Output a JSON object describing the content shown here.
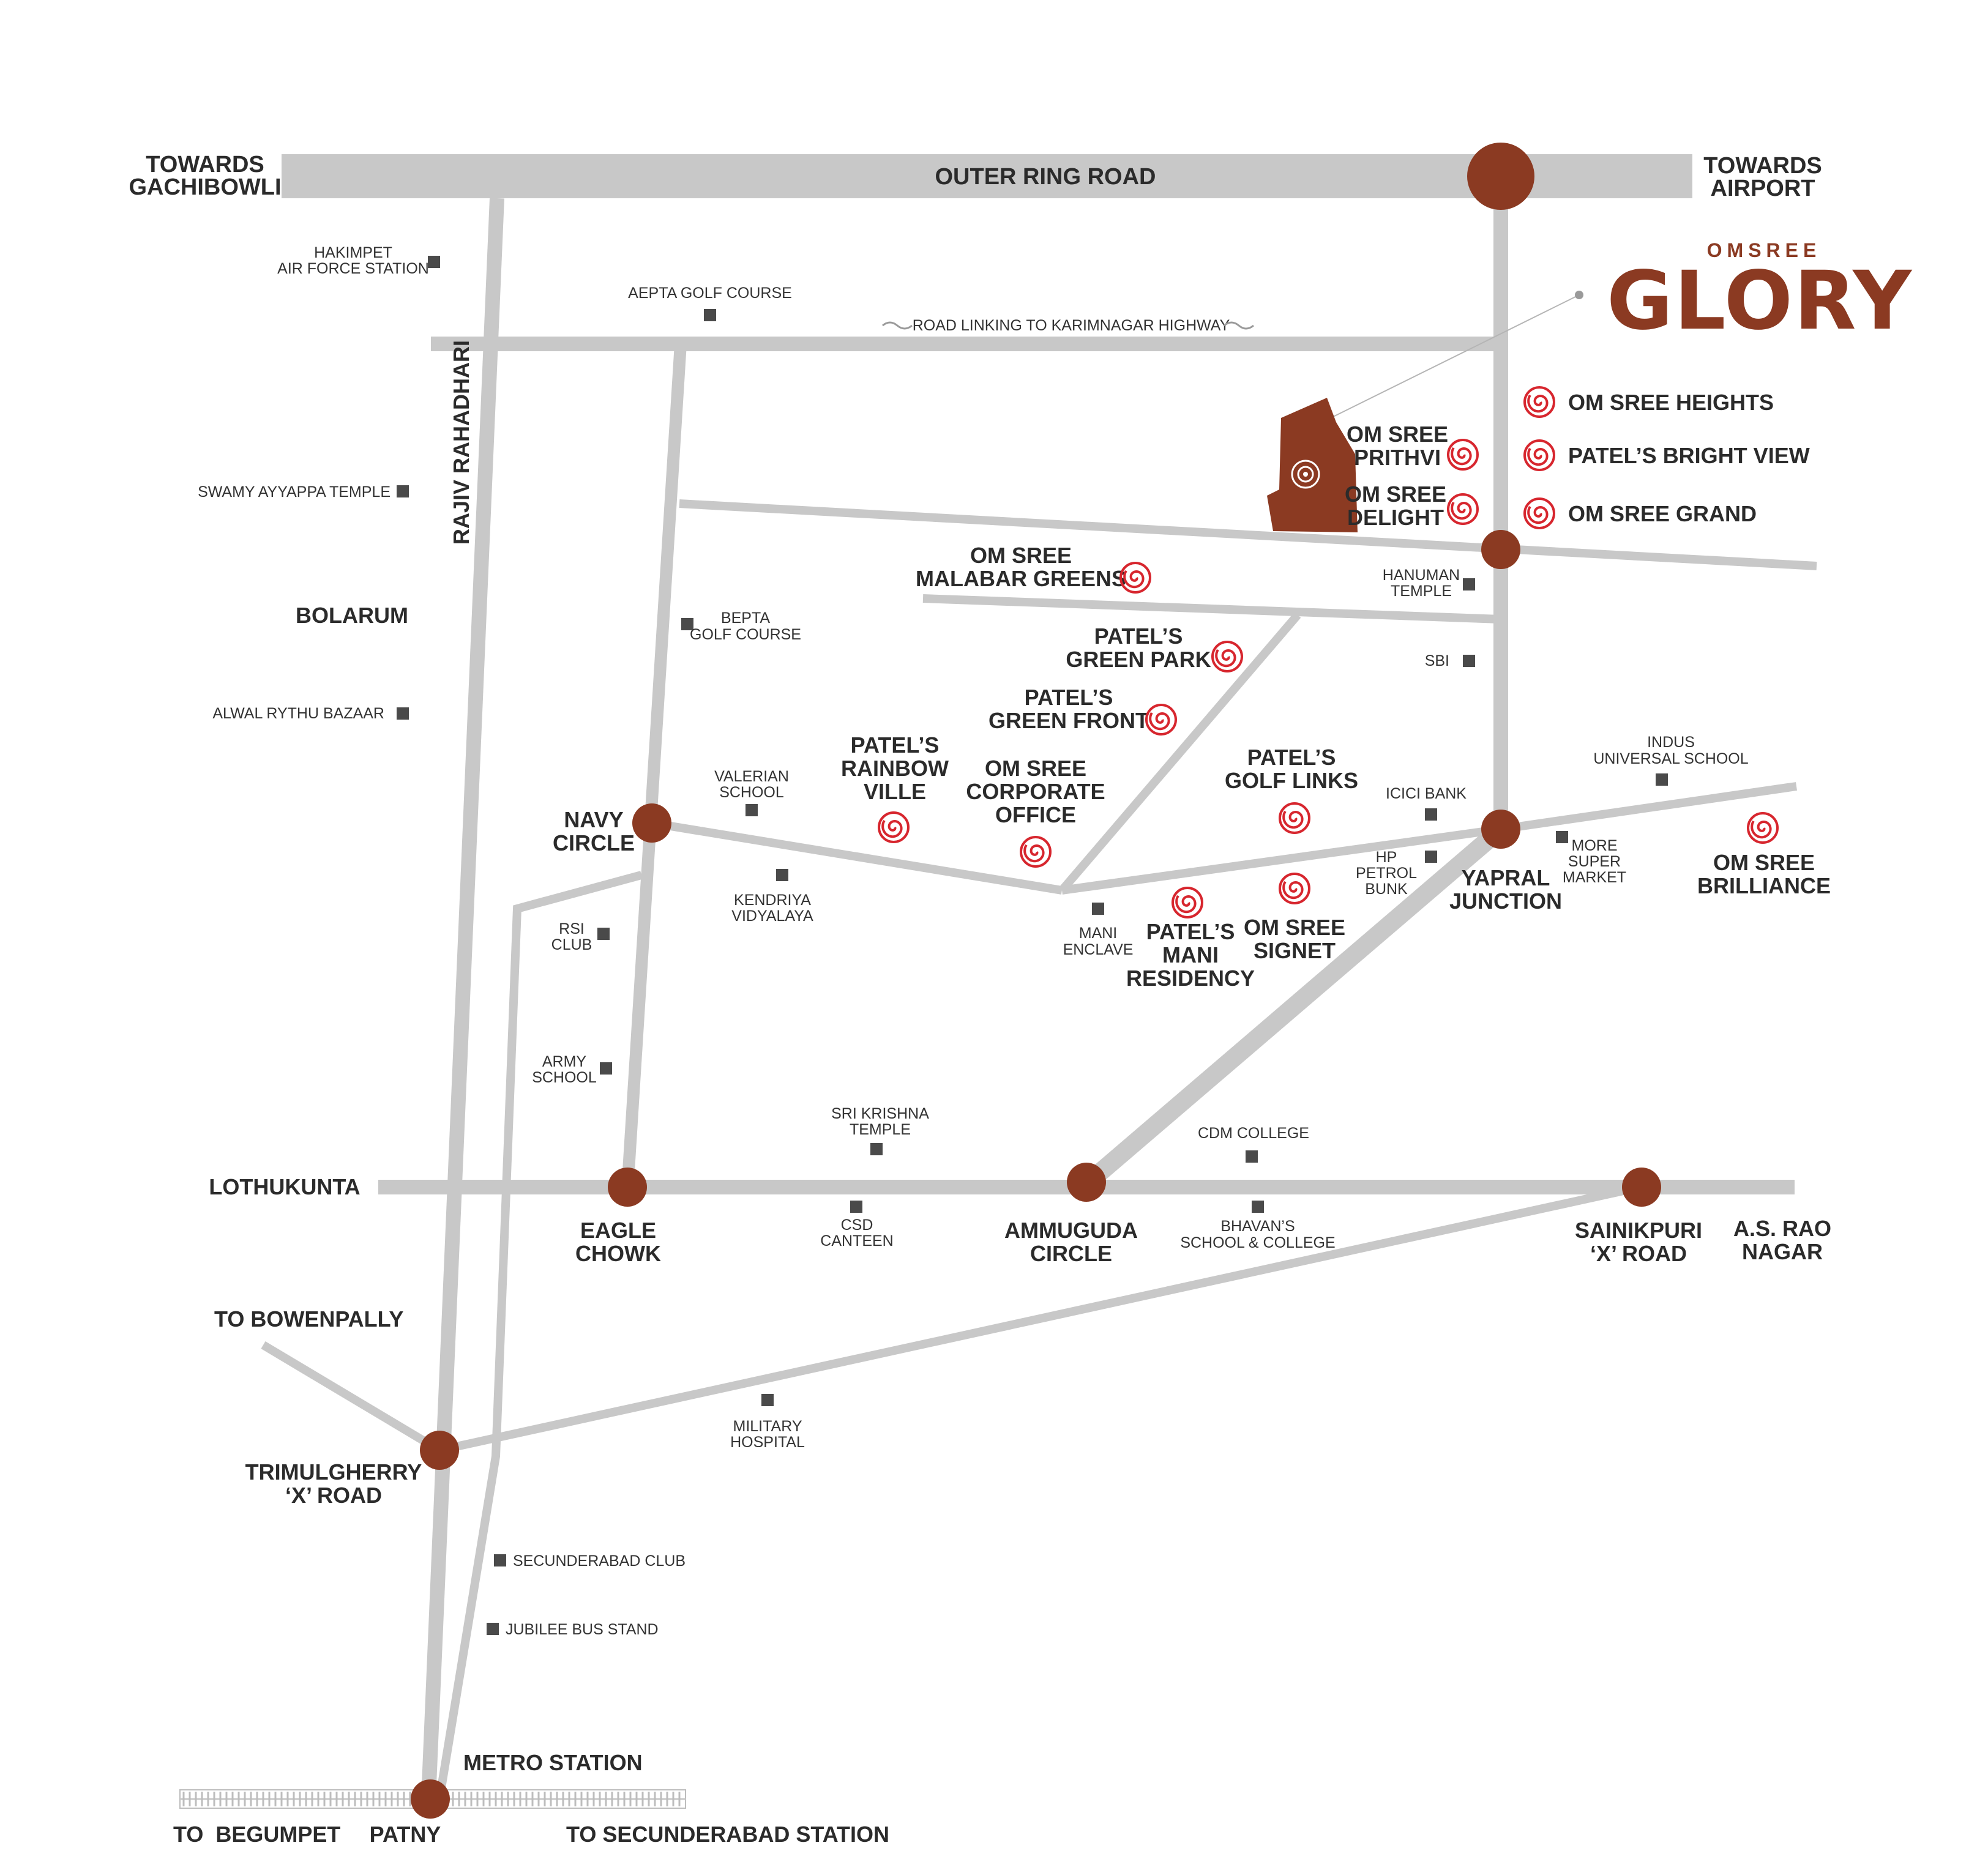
{
  "colors": {
    "road": "#c8c8c8",
    "junction": "#8b3a22",
    "brand": "#8b3a22",
    "project_marker": "#d7262e",
    "text": "#2b2b2b",
    "poi": "#4a4a4a"
  },
  "brand": {
    "small": "OMSREE",
    "big": "GLORY"
  },
  "roads": {
    "outer_ring_road": "OUTER RING ROAD",
    "karimnagar": "ROAD LINKING TO KARIMNAGAR HIGHWAY",
    "rajiv": "RAJIV RAHADHARI"
  },
  "directions": {
    "gachibowli_1": "TOWARDS",
    "gachibowli_2": "GACHIBOWLI",
    "airport_1": "TOWARDS",
    "airport_2": "AIRPORT",
    "bowenpally": "TO BOWENPALLY",
    "begumpet": "TO  BEGUMPET",
    "secunderabad": "TO SECUNDERABAD STATION",
    "metro": "METRO STATION",
    "patny": "PATNY"
  },
  "areas": {
    "bolarum": "BOLARUM",
    "lothukunta": "LOTHUKUNTA",
    "asrao_1": "A.S. RAO",
    "asrao_2": "NAGAR"
  },
  "junctions": {
    "navy_1": "NAVY",
    "navy_2": "CIRCLE",
    "yapral_1": "YAPRAL",
    "yapral_2": "JUNCTION",
    "eagle_1": "EAGLE",
    "eagle_2": "CHOWK",
    "ammuguda_1": "AMMUGUDA",
    "ammuguda_2": "CIRCLE",
    "sainikpuri_1": "SAINIKPURI",
    "sainikpuri_2": "‘X’ ROAD",
    "trimulgherry_1": "TRIMULGHERRY",
    "trimulgherry_2": "‘X’ ROAD"
  },
  "projects": {
    "prithvi_1": "OM SREE",
    "prithvi_2": "PRITHVI",
    "delight_1": "OM SREE",
    "delight_2": "DELIGHT",
    "heights": "OM SREE HEIGHTS",
    "bright_view": "PATEL’S BRIGHT VIEW",
    "grand": "OM SREE GRAND",
    "malabar_1": "OM SREE",
    "malabar_2": "MALABAR GREENS",
    "green_park_1": "PATEL’S",
    "green_park_2": "GREEN PARK",
    "green_front_1": "PATEL’S",
    "green_front_2": "GREEN FRONT",
    "rainbow_1": "PATEL’S",
    "rainbow_2": "RAINBOW",
    "rainbow_3": "VILLE",
    "corporate_1": "OM SREE",
    "corporate_2": "CORPORATE",
    "corporate_3": "OFFICE",
    "golf_links_1": "PATEL’S",
    "golf_links_2": "GOLF LINKS",
    "mani_1": "PATEL’S",
    "mani_2": "MANI",
    "mani_3": "RESIDENCY",
    "signet_1": "OM SREE",
    "signet_2": "SIGNET",
    "brilliance_1": "OM SREE",
    "brilliance_2": "BRILLIANCE"
  },
  "landmarks": {
    "hakimpet_1": "HAKIMPET",
    "hakimpet_2": "AIR FORCE STATION",
    "aepta": "AEPTA GOLF COURSE",
    "ayyappa": "SWAMY AYYAPPA TEMPLE",
    "bepta_1": "BEPTA",
    "bepta_2": "GOLF COURSE",
    "alwal": "ALWAL RYTHU BAZAAR",
    "hanuman_1": "HANUMAN",
    "hanuman_2": "TEMPLE",
    "sbi": "SBI",
    "indus_1": "INDUS",
    "indus_2": "UNIVERSAL SCHOOL",
    "valerian_1": "VALERIAN",
    "valerian_2": "SCHOOL",
    "kendriya_1": "KENDRIYA",
    "kendriya_2": "VIDYALAYA",
    "icici": "ICICI BANK",
    "hp_1": "HP",
    "hp_2": "PETROL",
    "hp_3": "BUNK",
    "more_1": "MORE",
    "more_2": "SUPER",
    "more_3": "MARKET",
    "mani_enclave_1": "MANI",
    "mani_enclave_2": "ENCLAVE",
    "rsi_1": "RSI",
    "rsi_2": "CLUB",
    "army_1": "ARMY",
    "army_2": "SCHOOL",
    "krishna_1": "SRI KRISHNA",
    "krishna_2": "TEMPLE",
    "cdm": "CDM COLLEGE",
    "csd_1": "CSD",
    "csd_2": "CANTEEN",
    "bhavans_1": "BHAVAN’S",
    "bhavans_2": "SCHOOL & COLLEGE",
    "military_1": "MILITARY",
    "military_2": "HOSPITAL",
    "sec_club": "SECUNDERABAD CLUB",
    "jubilee": "JUBILEE BUS STAND"
  }
}
